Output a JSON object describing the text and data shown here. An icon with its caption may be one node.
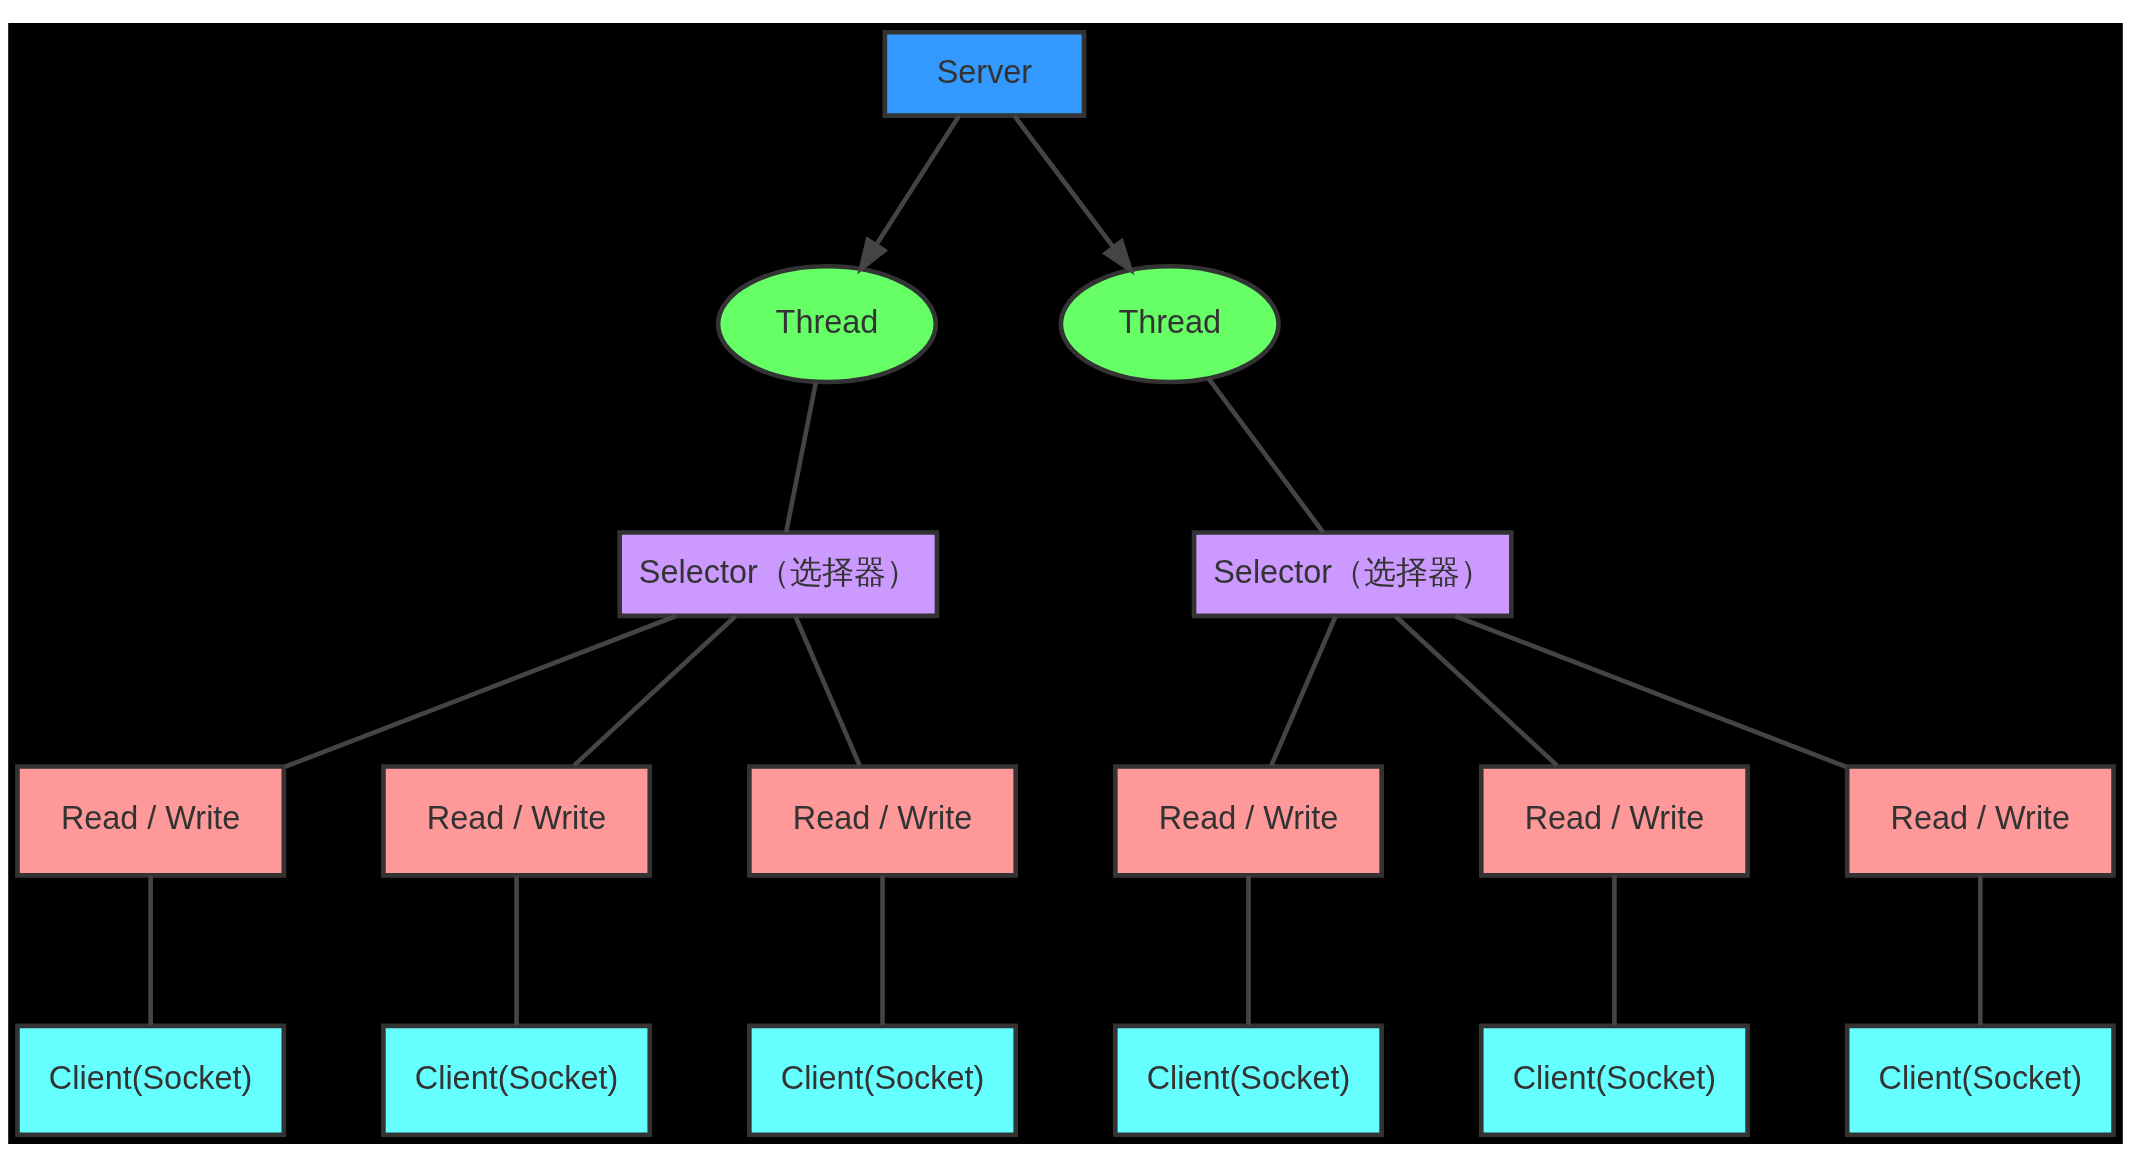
{
  "diagram": {
    "nodes": [
      {
        "text": [
          "Server"
        ]
      },
      {
        "text": [
          "Thread"
        ]
      },
      {
        "text": [
          "Thread"
        ]
      },
      {
        "text": [
          "Selector（选择器）"
        ]
      },
      {
        "text": [
          "Selector（选择器）"
        ]
      },
      {
        "text": [
          "Read / Write"
        ]
      },
      {
        "text": [
          "Read / Write"
        ]
      },
      {
        "text": [
          "Read / Write"
        ]
      },
      {
        "text": [
          "Read / Write"
        ]
      },
      {
        "text": [
          "Read / Write"
        ]
      },
      {
        "text": [
          "Read / Write"
        ]
      },
      {
        "text": [
          "Client(Socket)"
        ]
      },
      {
        "text": [
          "Client(Socket)"
        ]
      },
      {
        "text": [
          "Client(Socket)"
        ]
      },
      {
        "text": [
          "Client(Socket)"
        ]
      },
      {
        "text": [
          "Client(Socket)"
        ]
      },
      {
        "text": [
          "Client(Socket)"
        ]
      }
    ],
    "edges": [
      {
        "from": 0,
        "to": 1,
        "arrow": "to"
      },
      {
        "from": 0,
        "to": 2,
        "arrow": "to"
      },
      {
        "from": 1,
        "to": 3,
        "arrow": "none"
      },
      {
        "from": 2,
        "to": 4,
        "arrow": "none"
      },
      {
        "from": 3,
        "to": 5,
        "arrow": "none"
      },
      {
        "from": 3,
        "to": 6,
        "arrow": "none"
      },
      {
        "from": 3,
        "to": 7,
        "arrow": "none"
      },
      {
        "from": 4,
        "to": 8,
        "arrow": "none"
      },
      {
        "from": 4,
        "to": 9,
        "arrow": "none"
      },
      {
        "from": 4,
        "to": 10,
        "arrow": "none"
      },
      {
        "from": 5,
        "to": 11,
        "arrow": "none"
      },
      {
        "from": 6,
        "to": 12,
        "arrow": "none"
      },
      {
        "from": 7,
        "to": 13,
        "arrow": "none"
      },
      {
        "from": 8,
        "to": 14,
        "arrow": "none"
      },
      {
        "from": 9,
        "to": 15,
        "arrow": "none"
      },
      {
        "from": 10,
        "to": 16,
        "arrow": "none"
      }
    ]
  }
}
